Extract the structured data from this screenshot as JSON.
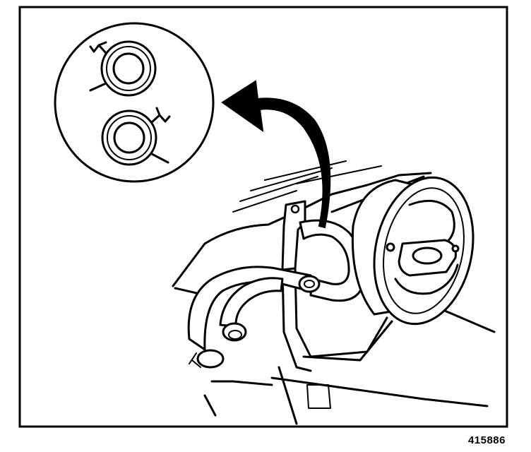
{
  "figure_id": "415886",
  "colors": {
    "line": "#000000",
    "background": "#ffffff"
  },
  "callout": {
    "shape": "circular-inset",
    "contents": [
      "hose-clamp-fitting",
      "hose-clamp-fitting"
    ]
  },
  "arrow": {
    "direction": "from-hose-fitting-to-inset"
  }
}
